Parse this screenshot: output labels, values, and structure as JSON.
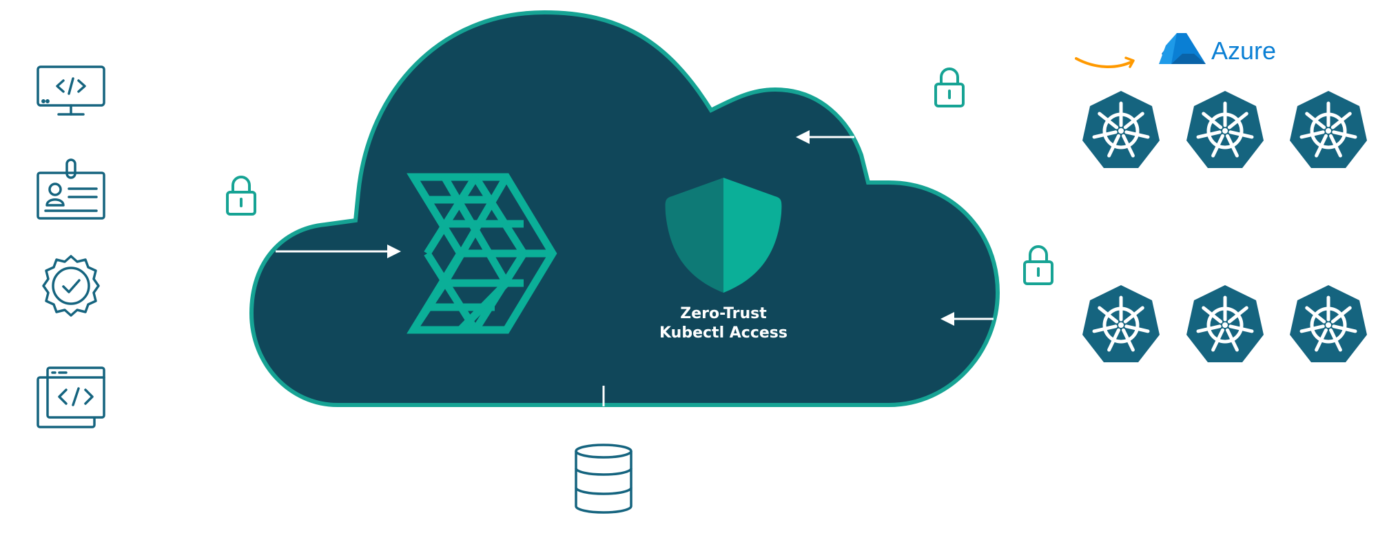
{
  "center": {
    "title_line1": "Zero-Trust",
    "title_line2": "Kubectl Access"
  },
  "providers": {
    "aws_icon": "amazon-smile-icon",
    "azure_label": "Azure"
  },
  "clients": [
    {
      "name": "developer-workstation",
      "icon": "monitor-code-icon"
    },
    {
      "name": "identity-badge",
      "icon": "id-badge-icon"
    },
    {
      "name": "certificate",
      "icon": "badge-check-icon"
    },
    {
      "name": "application",
      "icon": "browser-code-icon"
    }
  ],
  "clusters": [
    {
      "icon": "kubernetes-icon"
    },
    {
      "icon": "kubernetes-icon"
    },
    {
      "icon": "kubernetes-icon"
    },
    {
      "icon": "kubernetes-icon"
    },
    {
      "icon": "kubernetes-icon"
    },
    {
      "icon": "kubernetes-icon"
    }
  ],
  "colors": {
    "cloud_fill": "#10475a",
    "cloud_stroke": "#16a394",
    "teal": "#16a394",
    "icon_blue": "#15647f",
    "shield_dark": "#0e7a76",
    "shield_light": "#0baf98",
    "aws_orange": "#ff9900",
    "azure_blue": "#0a7fd4"
  }
}
